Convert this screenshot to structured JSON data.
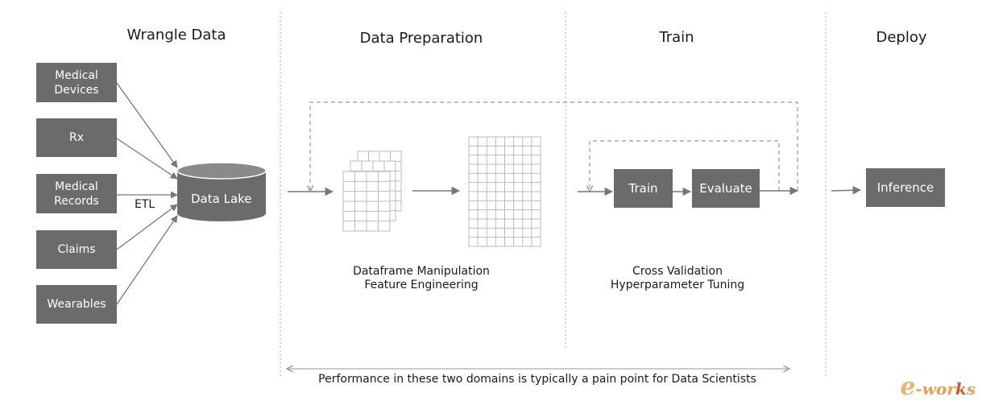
{
  "headers": {
    "wrangle": "Wrangle Data",
    "prep": "Data Preparation",
    "train": "Train",
    "deploy": "Deploy"
  },
  "sources": [
    {
      "label": "Medical\nDevices"
    },
    {
      "label": "Rx"
    },
    {
      "label": "Medical\nRecords"
    },
    {
      "label": "Claims"
    },
    {
      "label": "Wearables"
    }
  ],
  "etl_label": "ETL",
  "data_lake": "Data Lake",
  "prep_caption": [
    "Dataframe Manipulation",
    "Feature Engineering"
  ],
  "train_caption": [
    "Cross Validation",
    "Hyperparameter Tuning"
  ],
  "train_box": "Train",
  "evaluate_box": "Evaluate",
  "inference_box": "Inference",
  "bottom_note": "Performance in these two domains is typically a pain point for Data Scientists",
  "watermark": {
    "e": "e",
    "wor": "-wor",
    "k": "k",
    "s": "s"
  },
  "colors": {
    "box": "#6b6b6b",
    "line": "#777777",
    "dashed": "#999999",
    "grid": "#bbbbbb"
  }
}
